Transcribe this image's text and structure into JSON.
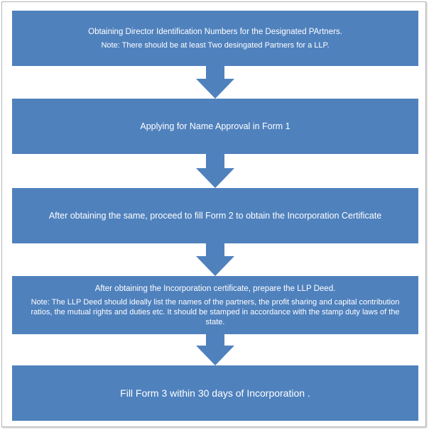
{
  "flowchart": {
    "steps": [
      {
        "text": "Obtaining Director Identification Numbers for the Designated PArtners.",
        "note": "Note: There should be at least Two desingated Partners for a LLP."
      },
      {
        "text": "Applying for Name Approval in Form 1"
      },
      {
        "text": "After obtaining the same, proceed to fill Form 2 to obtain the Incorporation Certificate"
      },
      {
        "text": "After obtaining the Incorporation certificate, prepare the LLP Deed.",
        "note": "Note: The LLP Deed should ideally list the names of the partners, the profit sharing and capital contribution ratios, the  mutual rights and duties etc.  It should be stamped in accordance with the stamp duty laws of the state."
      },
      {
        "text": "Fill Form  3 within 30 days of Incorporation ."
      }
    ]
  },
  "colors": {
    "box_fill": "#4f81bd",
    "arrow_fill": "#4f81bd",
    "text": "#ffffff",
    "frame_border": "#b8b8b8"
  },
  "icons": {
    "connector": "down-arrow-icon"
  }
}
